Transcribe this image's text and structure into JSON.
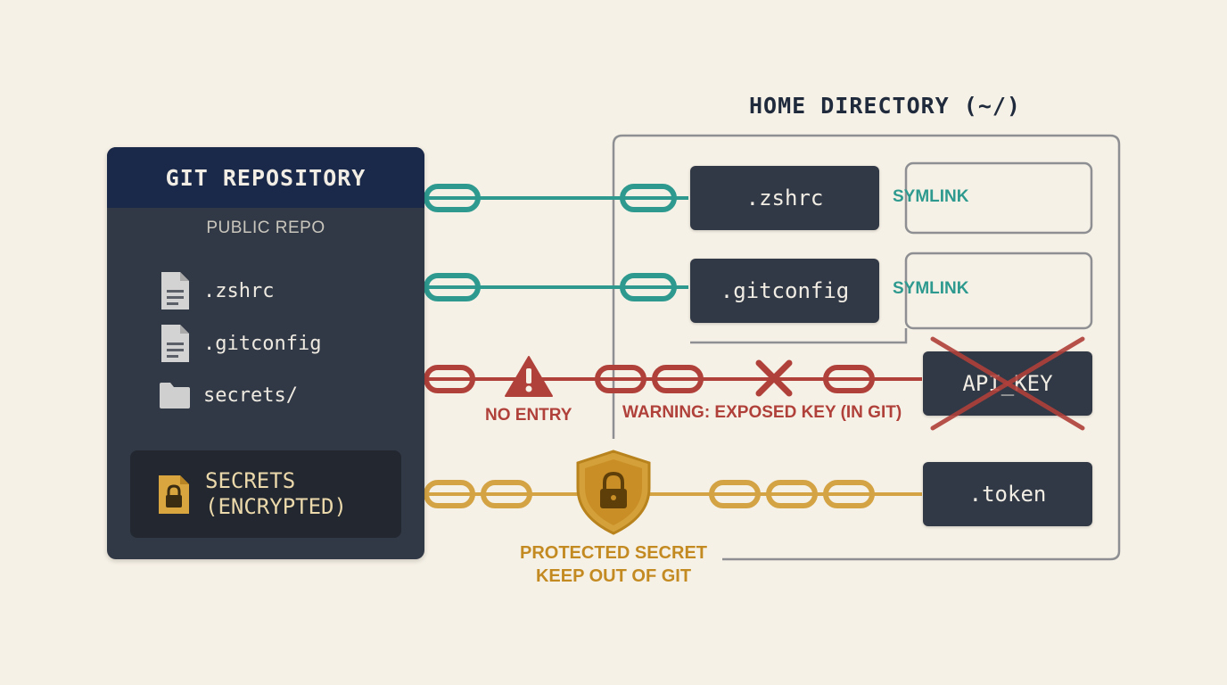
{
  "repo": {
    "title": "GIT REPOSITORY",
    "subtitle": "PUBLIC REPO",
    "files": [
      {
        "name": ".zshrc",
        "icon": "file-icon"
      },
      {
        "name": ".gitconfig",
        "icon": "file-icon"
      },
      {
        "name": "secrets/",
        "icon": "folder-icon"
      }
    ],
    "encrypted": {
      "line1": "SECRETS",
      "line2": "(ENCRYPTED)",
      "icon": "lock-file-icon"
    }
  },
  "home": {
    "title": "HOME DIRECTORY (~/)",
    "items": [
      {
        "name": ".zshrc",
        "label": "SYMLINK"
      },
      {
        "name": ".gitconfig",
        "label": "SYMLINK"
      },
      {
        "name": "API_KEY"
      },
      {
        "name": ".token"
      }
    ]
  },
  "links": {
    "no_entry": "NO ENTRY",
    "warning": "WARNING: EXPOSED KEY (IN GIT)",
    "protected_line1": "PROTECTED SECRET",
    "protected_line2": "KEEP OUT OF GIT"
  },
  "colors": {
    "teal": "#2e9a8f",
    "red": "#b0403a",
    "gold": "#d4a344",
    "panel": "#323946",
    "header": "#1a2849",
    "background": "#f6f1e6"
  }
}
